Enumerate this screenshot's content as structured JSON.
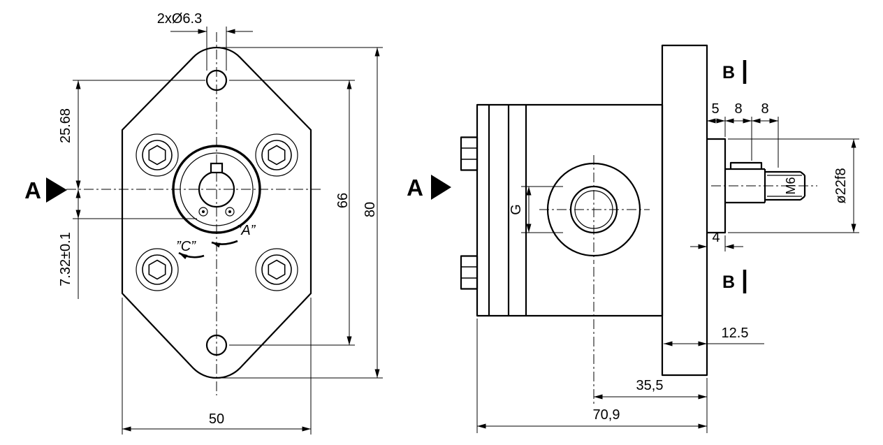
{
  "front_view": {
    "view_label": "A",
    "dims": {
      "top_holes": "2xØ6.3",
      "hole_to_center": "25.68",
      "pin_offset": "7.32±0.1",
      "hole_spacing": "66",
      "overall_height": "80",
      "overall_width": "50"
    },
    "ports": {
      "a": "”A”",
      "c": "”C”"
    }
  },
  "side_view": {
    "view_label": "A",
    "section_label": "B",
    "dims": {
      "step_5": "5",
      "step_8a": "8",
      "step_8b": "8",
      "thread": "M6",
      "pilot_dia": "ø22f8",
      "pilot_len": "4",
      "flange_thickness": "12.5",
      "center_to_flange": "35,5",
      "overall_length": "70,9",
      "gear_width": "G"
    }
  }
}
